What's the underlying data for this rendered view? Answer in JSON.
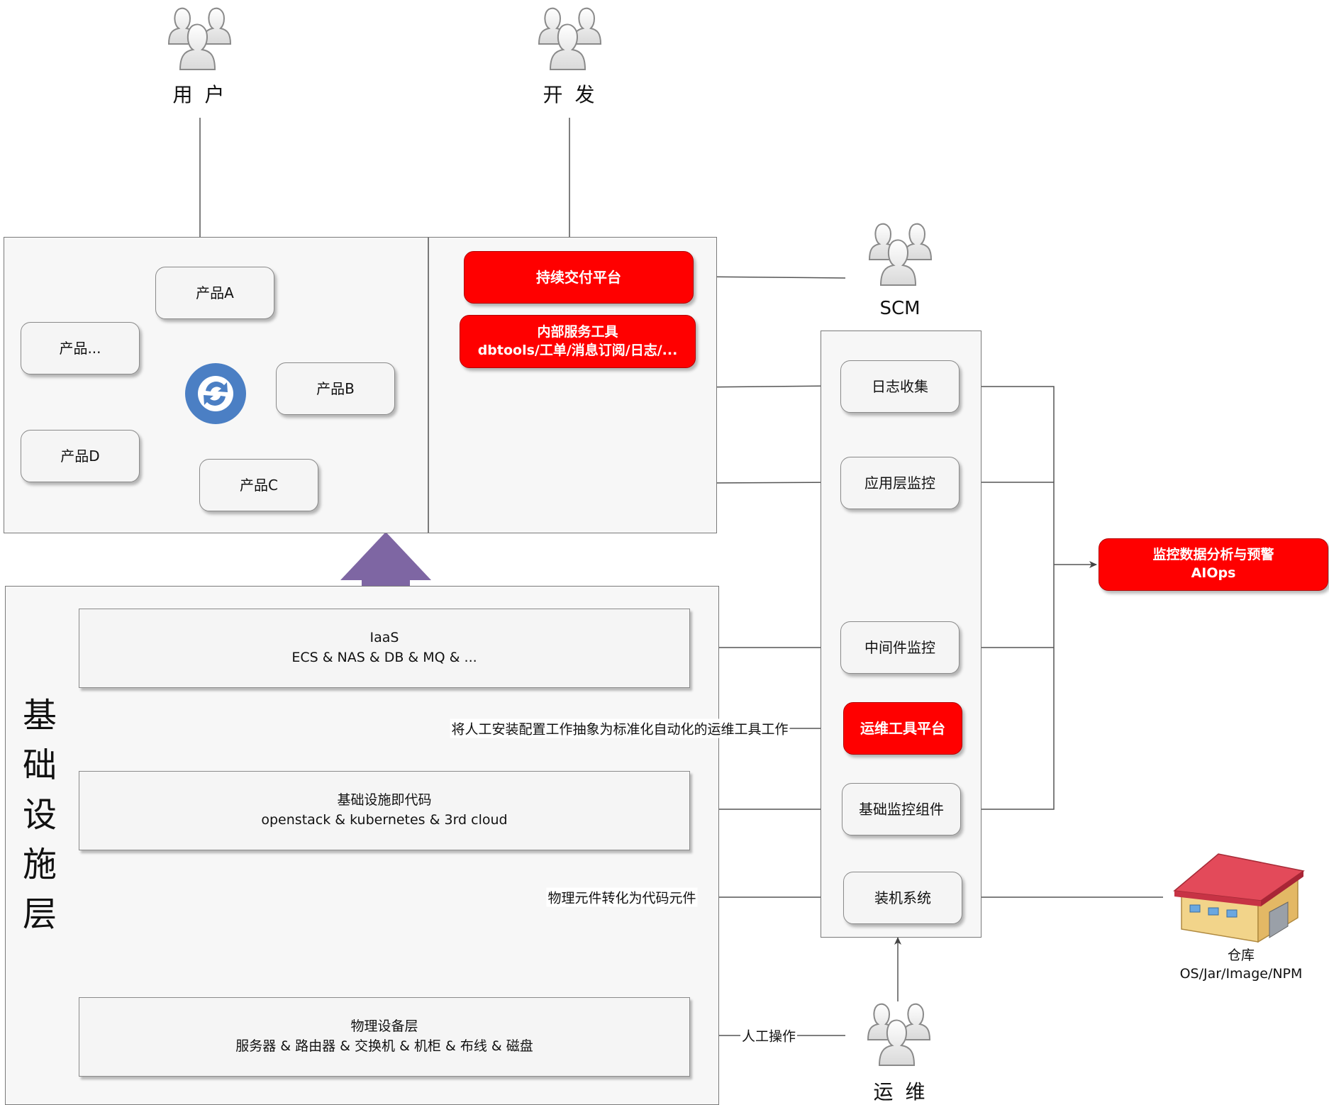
{
  "actors": {
    "user": "用 户",
    "dev": "开 发",
    "scm": "SCM",
    "ops": "运 维"
  },
  "products": {
    "a": "产品A",
    "more": "产品...",
    "b": "产品B",
    "d": "产品D",
    "c": "产品C",
    "sync_icon": "refresh-icon"
  },
  "platform": {
    "cd": "持续交付平台",
    "tools_line1": "内部服务工具",
    "tools_line2": "dbtools/工单/消息订阅/日志/..."
  },
  "infra": {
    "title": "基础设施层",
    "iaas_line1": "IaaS",
    "iaas_line2": "ECS & NAS &  DB & MQ & ...",
    "iac_line1": "基础设施即代码",
    "iac_line2": "openstack & kubernetes & 3rd cloud",
    "phys_line1": "物理设备层",
    "phys_line2": "服务器 & 路由器 & 交换机 & 机柜 & 布线 & 磁盘"
  },
  "scm_column": {
    "log": "日志收集",
    "app_monitor": "应用层监控",
    "mw_monitor": "中间件监控",
    "ops_platform": "运维工具平台",
    "base_monitor": "基础监控组件",
    "install": "装机系统"
  },
  "aiops": {
    "line1": "监控数据分析与预警",
    "line2": "AIOps"
  },
  "warehouse": {
    "line1": "仓库",
    "line2": "OS/Jar/Image/NPM",
    "icon": "warehouse-icon"
  },
  "edge_labels": {
    "abstract": "将人工安装配置工作抽象为标准化自动化的运维工具工作",
    "physical": "物理元件转化为代码元件",
    "manual": "人工操作"
  },
  "colors": {
    "red": "#ff0000",
    "purple_arrow": "#7e66a3",
    "teal_arrow": "#4aa9c4",
    "sync_blue": "#4b7fc4"
  }
}
